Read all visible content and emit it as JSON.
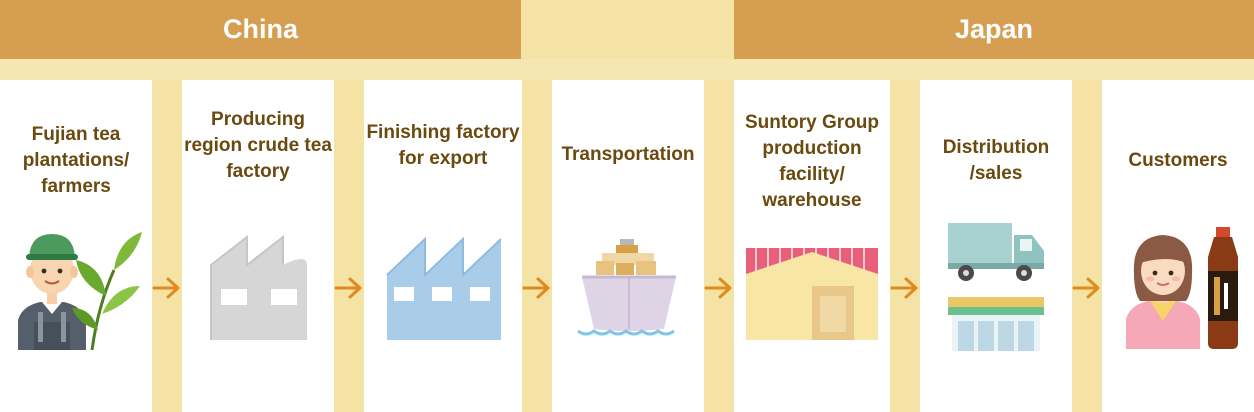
{
  "regions": {
    "china": "China",
    "japan": "Japan"
  },
  "steps": [
    {
      "label": "Fujian tea plantations/ farmers",
      "icon": "farmer-with-tea-leaves-icon"
    },
    {
      "label": "Producing region crude tea factory",
      "icon": "gray-factory-icon"
    },
    {
      "label": "Finishing factory for export",
      "icon": "blue-factory-icon"
    },
    {
      "label": "Transportation",
      "icon": "cargo-ship-icon"
    },
    {
      "label": "Suntory Group production facility/ warehouse",
      "icon": "warehouse-icon"
    },
    {
      "label": "Distribution /sales",
      "icon": "truck-and-store-icon"
    },
    {
      "label": "Customers",
      "icon": "customer-with-tea-bottle-icon"
    }
  ],
  "colors": {
    "region_header": "#d59e50",
    "background": "#f4e3a4",
    "label_text": "#6b4a10",
    "arrow": "#e08a1e"
  }
}
